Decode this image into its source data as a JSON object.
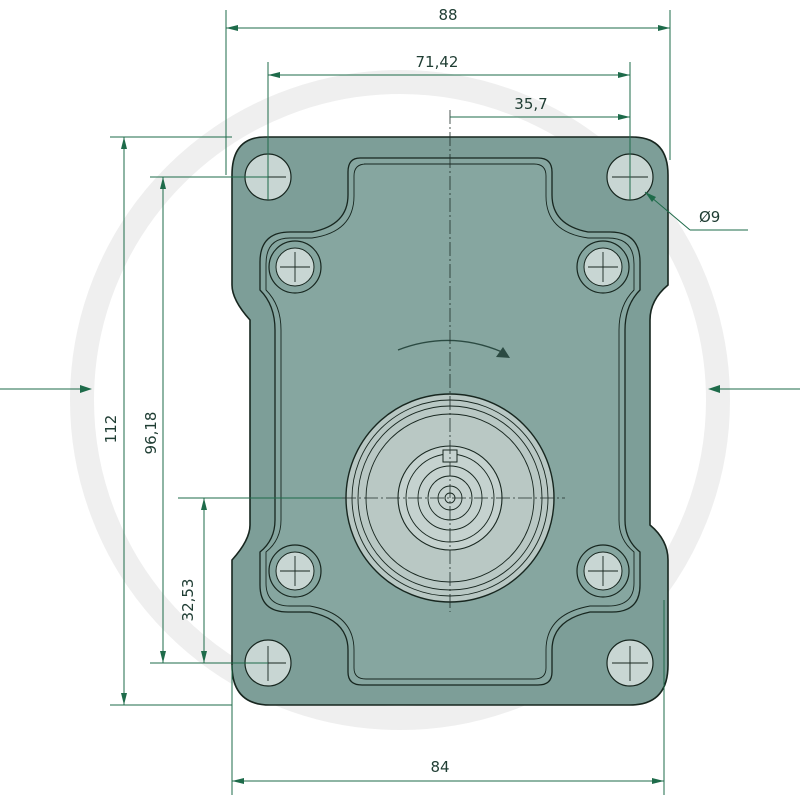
{
  "dimensions": {
    "overall_width": "88",
    "outer_hole_spacing": "71,42",
    "half_hole_spacing": "35,7",
    "hole_diameter": "Ø9",
    "overall_height": "112",
    "outer_hole_vertical": "96,18",
    "shaft_offset": "32,53",
    "base_width": "84"
  },
  "colors": {
    "body": "#7d9e98",
    "flange": "#86a6a0",
    "dimension_line": "#1e6b4a",
    "outline": "#17261f",
    "watermark": "#eeeeee",
    "hub": "#b9c8c4"
  }
}
